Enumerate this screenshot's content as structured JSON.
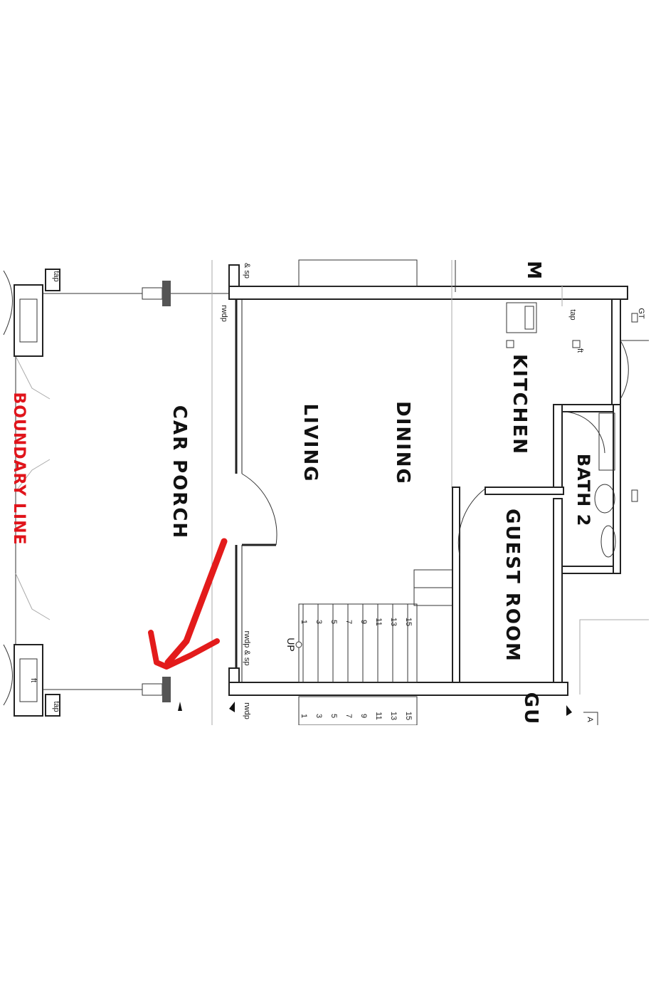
{
  "rooms": {
    "car_porch": "CAR PORCH",
    "living": "LIVING",
    "dining": "DINING",
    "kitchen": "KITCHEN",
    "bath2": "BATH 2",
    "guest_room": "GUEST ROOM"
  },
  "boundary_label": "BOUNDARY LINE",
  "fragments": {
    "top_cut": "M",
    "bottom_cut": "GU",
    "bottom_right": "A"
  },
  "notes": {
    "sp_top": "& sp",
    "rwdp_top": "rwdp",
    "rwdp_sp_bottom": "rwdp & sp",
    "rwdp_bottom": "rwdp",
    "tap_kitchen": "tap",
    "ft_kitchen": "ft",
    "gt": "GT",
    "tap_left_top": "tap",
    "tap_left_bottom": "tap",
    "ft_left_bottom": "ft"
  },
  "stair": {
    "up_label": "UP",
    "numbers_upper": [
      "1",
      "3",
      "5",
      "7",
      "9",
      "11",
      "13",
      "15"
    ],
    "numbers_lower": [
      "1",
      "3",
      "5",
      "7",
      "9",
      "11",
      "13",
      "15"
    ]
  },
  "annotation": {
    "arrow_color": "#e31b1b"
  }
}
